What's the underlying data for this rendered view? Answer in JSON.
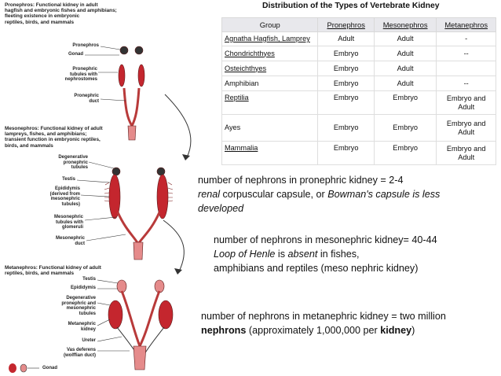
{
  "diagram": {
    "pronephros_title": "Pronephros: Functional kidney in adult\nhagfish and embryonic fishes and amphibians;\nfleeting existence in embryonic\nreptiles, birds, and mammals",
    "pronephros_labels": {
      "pronephros": "Pronephros",
      "gonad": "Gonad",
      "tubules": "Pronephric\ntubules with\nnephrostomes",
      "duct": "Pronephric\nduct"
    },
    "mesonephros_title": "Mesonephros: Functional kidney of adult\nlampreys, fishes, and amphibians;\ntransient function in embryonic reptiles,\nbirds, and mammals",
    "mesonephros_labels": {
      "degenerative": "Degenerative\npronephric\ntubules",
      "testis": "Testis",
      "epididymis": "Epididymis\n(derived from\nmesonephric\ntubules)",
      "tubules": "Mesonephric\ntubules with\nglomeruli",
      "duct": "Mesonephric\nduct"
    },
    "metanephros_title": "Metanephros: Functional kidney of adult\nreptiles, birds, and mammals",
    "metanephros_labels": {
      "testis": "Testis",
      "epididymis": "Epididymis",
      "degenerative": "Degenerative\npronephric and\nmesonephric\ntubules",
      "kidney": "Metanephric\nkidney",
      "ureter": "Ureter",
      "vas": "Vas deferens\n(wolffian duct)",
      "gonad": "Gonad"
    }
  },
  "table": {
    "title": "Distribution of the Types of Vertebrate Kidney",
    "headers": [
      "Group",
      "Pronephros",
      "Mesonephros",
      "Metanephros"
    ],
    "rows": [
      [
        "Agnatha Hagfish, Lamprey",
        "Adult",
        "Adult",
        "-"
      ],
      [
        "Chondrichthyes",
        "Embryo",
        "Adult",
        "--"
      ],
      [
        "Osteichthyes",
        "Embryo",
        "Adult",
        ""
      ],
      [
        "Amphibian",
        "Embryo",
        "Adult",
        "--"
      ],
      [
        "Reptilia",
        "Embryo",
        "Embryo",
        "Embryo and Adult"
      ],
      [
        "Ayes",
        "Embryo",
        "Embryo",
        "Embryo and Adult"
      ],
      [
        "Mammalia",
        "Embryo",
        "Embryo",
        "Embryo and Adult"
      ]
    ]
  },
  "notes": {
    "pro_line1": "number of nephrons in pronephric kidney = 2-4",
    "pro_line2_italic_a": "renal",
    "pro_line2_plain": " corpuscular capsule, or ",
    "pro_line2_italic_b": "Bowman's capsule is less",
    "pro_line3_italic": "developed",
    "meso_line1": "number of nephrons in mesonephric kidney=  40-44",
    "meso_line2_italic": "Loop of Henle",
    "meso_line2_plain": " is ",
    "meso_line2_italic_b": "absent",
    "meso_line2_end": " in fishes,",
    "meso_line3": "amphibians and reptiles (meso nephric kidney)",
    "meta_line1": "number of nephrons in metanephric kidney = two million",
    "meta_line2_bold_a": "nephrons",
    "meta_line2_plain": " (approximately 1,000,000 per ",
    "meta_line2_bold_b": "kidney",
    "meta_line2_end": ")"
  },
  "colors": {
    "kidney_red": "#c4262e",
    "duct_red": "#b83a3a",
    "tissue_pink": "#e58b8b",
    "header_bg": "#e8e8ec"
  }
}
